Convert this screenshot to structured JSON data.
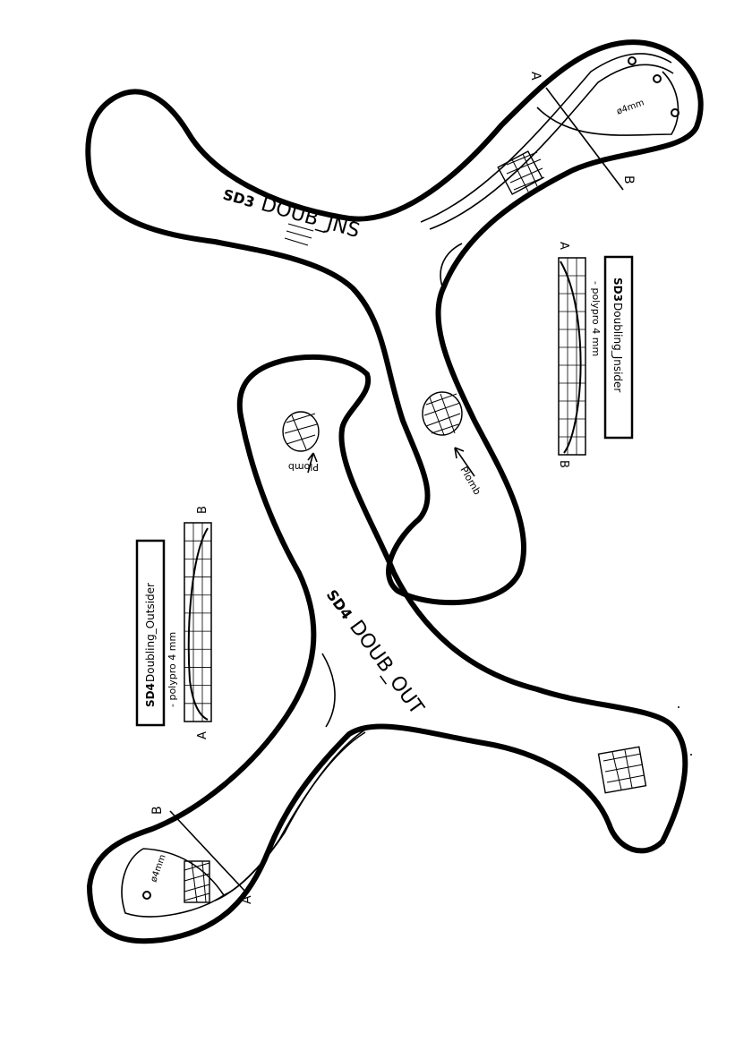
{
  "boomerangs": [
    {
      "id": "sd3",
      "stamp_code": "SD3",
      "stamp_name": "DOUB_JNS",
      "label_title_code": "SD3",
      "label_title_name": "Doubling_Jnsider",
      "label_subtitle": "- polypro 4 mm",
      "profile_start": "A",
      "profile_end": "B",
      "section_start": "A",
      "section_end": "B",
      "hole_note": "ø4mm",
      "weight_note": "Plomb"
    },
    {
      "id": "sd4",
      "stamp_code": "SD4",
      "stamp_name": "DOUB_OUT",
      "label_title_code": "SD4",
      "label_title_name": "Doubling_Outsider",
      "label_subtitle": "- polypro 4 mm",
      "profile_start": "A",
      "profile_end": "B",
      "section_start": "A",
      "section_end": "B",
      "hole_note": "ø4mm",
      "weight_note": "Plomb"
    }
  ]
}
